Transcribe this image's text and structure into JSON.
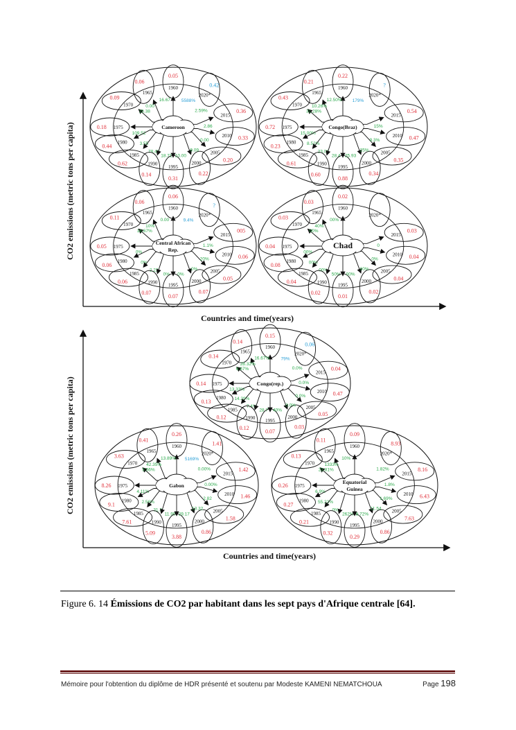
{
  "figure": {
    "ylabel": "CO2 emissions (metric tons per capita)",
    "xlabel": "Countries and time(years)",
    "years": [
      "1960",
      "1965",
      "1970",
      "1975",
      "1980",
      "1985",
      "1990",
      "1995",
      "2000",
      "2005",
      "2010",
      "2015",
      "2020*"
    ],
    "colors": {
      "value": "#e0303a",
      "rate": "#2aa84a",
      "forecast": "#2a9fd6",
      "line": "#111111"
    },
    "countries": [
      {
        "name": "Cameroon",
        "values": [
          "0.05",
          "0.06",
          "0.09",
          "0.18",
          "0.44",
          "0.62",
          "0.14",
          "0.31",
          "0.22",
          "0.20",
          "0.33",
          "0.36",
          "0.42"
        ],
        "rates": [
          "16.67",
          "0.00",
          "15.38",
          "109.52",
          "3.55",
          "78.48",
          "18.71",
          "10.00",
          "9.09",
          "0.00",
          "2.86",
          "2.59%"
        ],
        "forecast_rate": "5588%"
      },
      {
        "name": "Congo(Braz)",
        "values": [
          "0.22",
          "0.21",
          "0.43",
          "0.72",
          "0.23",
          "0.61",
          "0.60",
          "0.88",
          "0.34",
          "0.35",
          "0.47",
          "0.54",
          "?"
        ],
        "rates": [
          "12.50%",
          "10.26%",
          "31.28%",
          "15.00%",
          "8.52%",
          "23.08",
          "28.4",
          "25.93",
          "25%",
          "9.3%",
          "15%",
          ""
        ],
        "forecast_rate": "179%"
      },
      {
        "name": "Central African Rep.",
        "values": [
          "0.06",
          "0.06",
          "0.11",
          "0.05",
          "0.06",
          "0.06",
          "0.07",
          "0.07",
          "0.07",
          "0.05",
          "0.06",
          "005",
          "?"
        ],
        "rates": [
          "0.00",
          "10%",
          "16.67%",
          "0%",
          "0%",
          "2.22",
          "0%",
          "0%",
          "0%",
          "20%",
          "1.1%",
          ""
        ],
        "forecast_rate": "9.4%"
      },
      {
        "name": "Chad",
        "values": [
          "0.02",
          "0.03",
          "0.03",
          "0.04",
          "0.08",
          "0.04",
          "0.02",
          "0.01",
          "0.02",
          "0.04",
          "0.04",
          "0.03",
          ""
        ],
        "rates": [
          "00%",
          "40%",
          "00%",
          "00%",
          "00%",
          "00%",
          "50%",
          "00%",
          "00%",
          "0%",
          "0",
          ""
        ],
        "forecast_rate": ""
      },
      {
        "name": "Congo(rep.)",
        "values": [
          "0.15",
          "0.14",
          "0.14",
          "0.14",
          "0.13",
          "0.12",
          "0.12",
          "0.07",
          "0.03",
          "0.05",
          "0.47",
          "0.04",
          "0.06"
        ],
        "rates": [
          "16.67%",
          "28.32%",
          "6.67%",
          "13.33%",
          "14.29%",
          "7.4%",
          "28.7",
          "40%",
          "0.0%",
          "0.0%",
          "0.0%",
          "0.0%"
        ],
        "forecast_rate": "79%"
      },
      {
        "name": "Gabon",
        "values": [
          "0.26",
          "0.41",
          "3.63",
          "8.26",
          "9.1",
          "7.61",
          "5.09",
          "3.88",
          "0.86",
          "1.58",
          "1.46",
          "1.42",
          "1.41"
        ],
        "rates": [
          "13.89%",
          "42.35%",
          "3.56%",
          "4.11%",
          "2.56%",
          "31.3",
          "11.99",
          "29.17",
          "13.32",
          "2.82",
          "0.00%",
          "0.00%"
        ],
        "forecast_rate": "5169%"
      },
      {
        "name": "Equatorial Guinea",
        "values": [
          "0.09",
          "0.11",
          "0.13",
          "0.26",
          "0.27",
          "0.21",
          "0.32",
          "0.29",
          "0.86",
          "7.63",
          "6.43",
          "8.16",
          "8.93"
        ],
        "rates": [
          "10%",
          "1333%",
          "23.81%",
          "6.9%",
          "55.22%",
          "0%",
          "262%",
          "8.72%",
          "11.54",
          "1.69%",
          "1.8%",
          "1.82%"
        ],
        "forecast_rate": ""
      }
    ]
  },
  "caption": {
    "prefix": "Figure 6. 14",
    "title": "Émissions de CO2 par habitant dans les sept pays d'Afrique centrale [64]."
  },
  "footer": {
    "text": "Mémoire  pour l'obtention du diplôme de HDR présenté et soutenu  par Modeste KAMENI NEMATCHOUA",
    "page_label": "Page",
    "page_number": "198"
  }
}
